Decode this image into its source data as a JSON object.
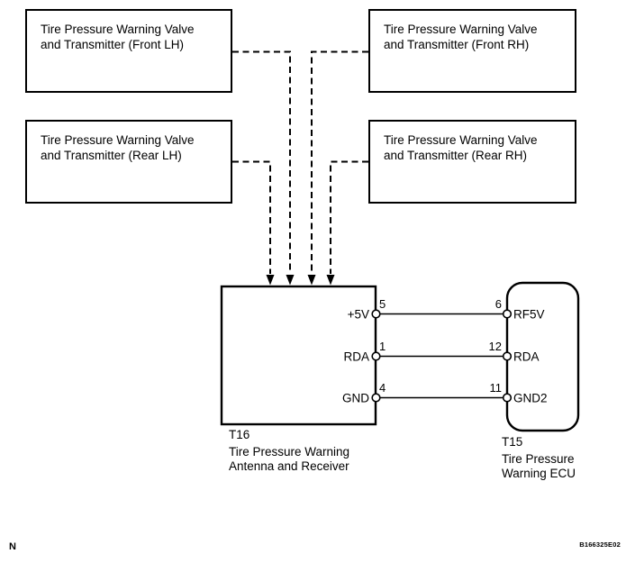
{
  "colors": {
    "line": "#000000",
    "background": "#ffffff"
  },
  "transmitters": [
    {
      "id": "front-lh",
      "line1": "Tire Pressure Warning Valve",
      "line2": "and Transmitter (Front LH)"
    },
    {
      "id": "front-rh",
      "line1": "Tire Pressure Warning Valve",
      "line2": "and Transmitter (Front RH)"
    },
    {
      "id": "rear-lh",
      "line1": "Tire Pressure Warning Valve",
      "line2": "and Transmitter (Rear LH)"
    },
    {
      "id": "rear-rh",
      "line1": "Tire Pressure Warning Valve",
      "line2": "and Transmitter (Rear RH)"
    }
  ],
  "receiver": {
    "code": "T16",
    "name_line1": "Tire Pressure Warning",
    "name_line2": "Antenna and Receiver",
    "pins": [
      {
        "name": "+5V",
        "number": "5"
      },
      {
        "name": "RDA",
        "number": "1"
      },
      {
        "name": "GND",
        "number": "4"
      }
    ]
  },
  "ecu": {
    "code": "T15",
    "name_line1": "Tire Pressure",
    "name_line2": "Warning ECU",
    "pins": [
      {
        "name": "RF5V",
        "number": "6"
      },
      {
        "name": "RDA",
        "number": "12"
      },
      {
        "name": "GND2",
        "number": "11"
      }
    ]
  },
  "footer": {
    "note": "N",
    "drawing_number": "B166325E02"
  }
}
